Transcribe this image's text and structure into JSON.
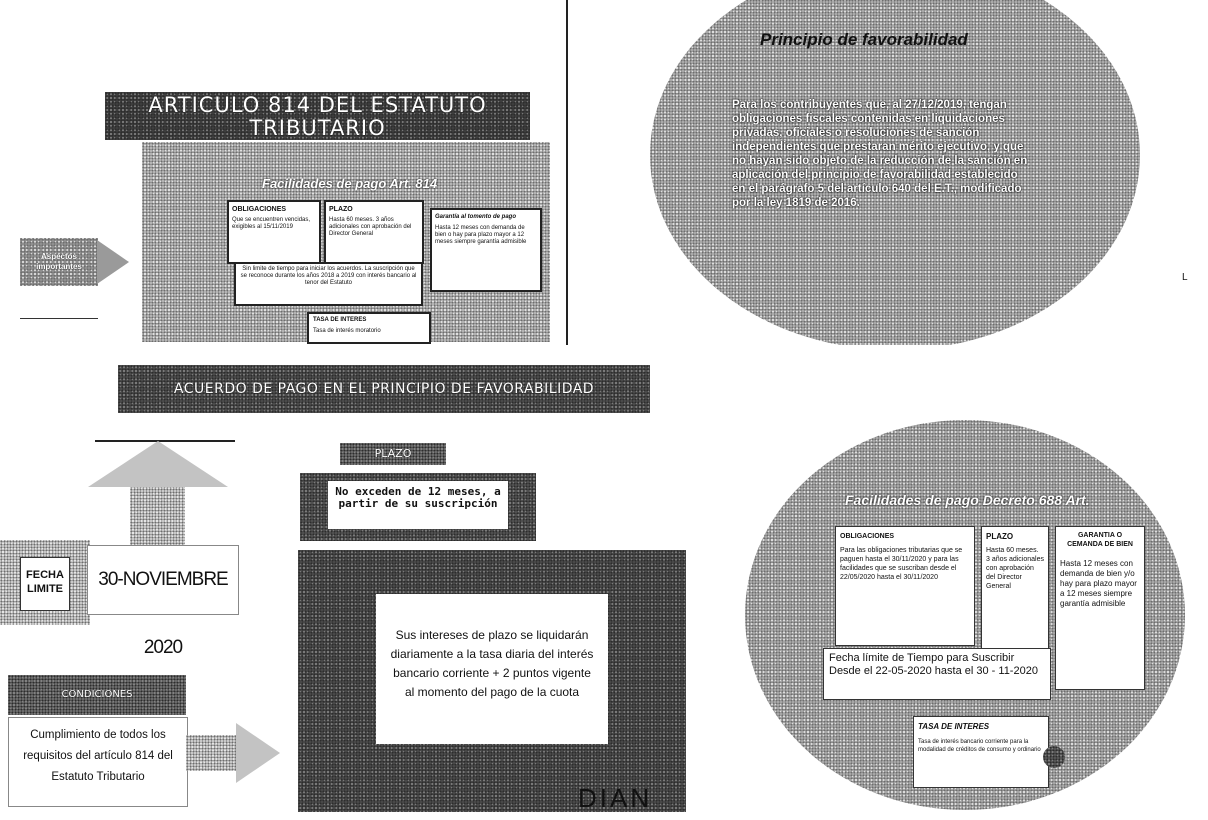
{
  "slide1": {
    "title": "ARTICULO 814 DEL ESTATUTO TRIBUTARIO",
    "panel_title": "Facilidades de pago Art. 814",
    "side_label": "Aspectos importantes",
    "obligaciones_title": "OBLIGACIONES",
    "obligaciones_text": "Que se encuentren vencidas, exigibles al 15/11/2019",
    "plazo_title": "PLAZO",
    "plazo_text": "Hasta 60 meses. 3 años adicionales con aprobación del Director General",
    "garantia_title": "Garantía al tomento de pago",
    "garantia_text": "Hasta 12 meses con demanda de bien o hay para plazo mayor a 12 meses siempre garantía admisible",
    "nota_text": "Sin limite de tiempo para iniciar los acuerdos. La suscripción que se reconoce durante los años 2018 a 2019 con interés bancario al tenor del Estatuto",
    "tasa_title": "TASA DE INTERES",
    "tasa_text": "Tasa de interés moratorio"
  },
  "slide2": {
    "title": "Principio de favorabilidad",
    "body": "Para los contribuyentes que, al 27/12/2019, tengan obligaciones fiscales contenidas en liquidaciones privadas, oficiales o resoluciones de sanción independientes que prestaran mérito ejecutivo, y que no hayan sido objeto de la reducción de la sanción en aplicación del principio de favorabilidad establecido en el parágrafo 5 del artículo 640 del E.T., modificado por la ley 1819 de 2016.",
    "edge_mark": "L"
  },
  "slide3": {
    "title": "ACUERDO DE PAGO EN EL PRINCIPIO DE FAVORABILIDAD",
    "plazo_label": "PLAZO",
    "plazo_text": "No exceden de 12 meses, a partir de su suscripción",
    "fecha_label": "FECHA LIMITE",
    "fecha_value": "30-NOVIEMBRE 2020",
    "interes_text": "Sus intereses de plazo se liquidarán diariamente a la tasa diaria del interés bancario corriente + 2 puntos vigente al momento del pago de la cuota",
    "condiciones_label": "CONDICIONES",
    "condiciones_text": "Cumplimiento de todos los requisitos del artículo 814 del Estatuto Tributario",
    "logo": "DIAN"
  },
  "slide4": {
    "title": "Facilidades de pago Decreto 688 Art.",
    "obligaciones_title": "OBLIGACIONES",
    "obligaciones_text": "Para las obligaciones tributarias que se paguen hasta el 30/11/2020 y para las facilidades que se suscriban desde el 22/05/2020 hasta el 30/11/2020",
    "plazo_title": "PLAZO",
    "plazo_text": "Hasta 60 meses. 3 años adicionales con aprobación del Director General",
    "garantia_title": "GARANTIA O CEMANDA DE BIEN",
    "garantia_text": "Hasta 12 meses con demanda de bien y/o hay para plazo mayor a 12 meses siempre garantía admisible",
    "fecha_text": "Fecha límite de Tiempo para Suscribir Desde el 22-05-2020 hasta el 30 - 11-2020",
    "tasa_title": "TASA DE INTERES",
    "tasa_text": "Tasa de interés bancario corriente para la modalidad de créditos de consumo y ordinario"
  }
}
